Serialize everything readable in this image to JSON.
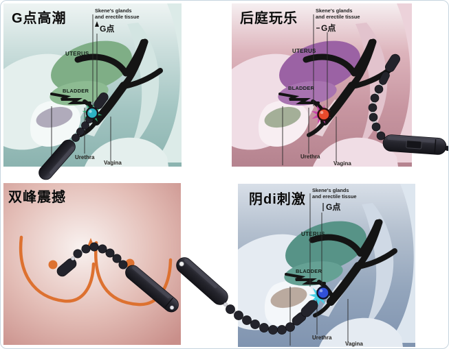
{
  "quadrants": [
    {
      "key": "g-spot-orgasm",
      "title": "G点高潮",
      "labels": {
        "skene_line1": "Skene's glands",
        "skene_line2": "and erectile tissue",
        "g_spot": "G点",
        "uterus": "UTERUS",
        "bladder": "BLADDER",
        "urethra": "Urethra",
        "vagina": "Vagina"
      },
      "colors": {
        "ball": "#2cb3c4",
        "starburst": "#2fae74",
        "uterus": "#7fae86",
        "background": "#8bb3af"
      }
    },
    {
      "key": "anal-play",
      "title": "后庭玩乐",
      "labels": {
        "skene_line1": "Skene's glands",
        "skene_line2": "and erectile tissue",
        "g_spot": "G点",
        "uterus": "UTERUS",
        "bladder": "BLADDER",
        "urethra": "Urethra",
        "vagina": "Vagina"
      },
      "colors": {
        "ball": "#e84a2c",
        "starburst": "#c840aa",
        "uterus": "#9b62a4",
        "background": "#b5838f"
      }
    },
    {
      "key": "breast-stimulation",
      "title": "双峰震撼",
      "colors": {
        "outline": "#dd7130",
        "background": "#c98f8a"
      }
    },
    {
      "key": "clitoral-stimulation",
      "title": "阴di刺激",
      "labels": {
        "skene_line1": "Skene's glands",
        "skene_line2": "and erectile tissue",
        "g_spot": "G点",
        "uterus": "UTERUS",
        "bladder": "BLADDER",
        "urethra": "Urethra",
        "vagina": "Vagina"
      },
      "colors": {
        "ball": "#3050d8",
        "starburst": "#3ecfe4",
        "uterus": "#579387",
        "background": "#8094b0"
      }
    }
  ],
  "device_colors": {
    "body_black": "#23232b",
    "silver_link": "#d8d8de"
  }
}
